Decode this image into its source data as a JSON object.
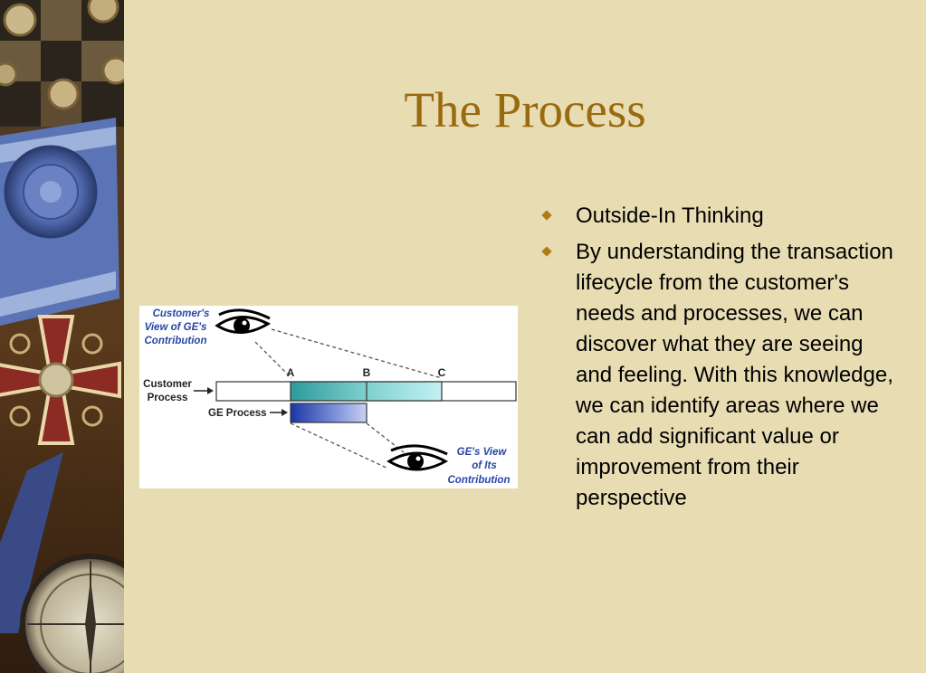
{
  "colors": {
    "background": "#e8ddb2",
    "title": "#9a6a10",
    "bullet": "#b07c10",
    "diagram_label_blue": "#2746a6"
  },
  "slide": {
    "title": "The Process",
    "bullets": [
      {
        "text": "Outside-In Thinking",
        "icon": "diamond-bullet-icon"
      },
      {
        "text": "By understanding the transaction lifecycle from the customer's needs and processes, we can discover what they are seeing and feeling. With this knowledge, we can identify areas where we can add significant value or improvement from their perspective",
        "icon": "diamond-bullet-icon"
      }
    ]
  },
  "diagram": {
    "customer_view_lines": [
      "Customer's",
      "View of GE's",
      "Contribution"
    ],
    "ge_view_lines": [
      "GE's View",
      "of Its",
      "Contribution"
    ],
    "customer_process_lines": [
      "Customer",
      "Process"
    ],
    "ge_process_label": "GE Process",
    "markers": {
      "a": "A",
      "b": "B",
      "c": "C"
    }
  }
}
